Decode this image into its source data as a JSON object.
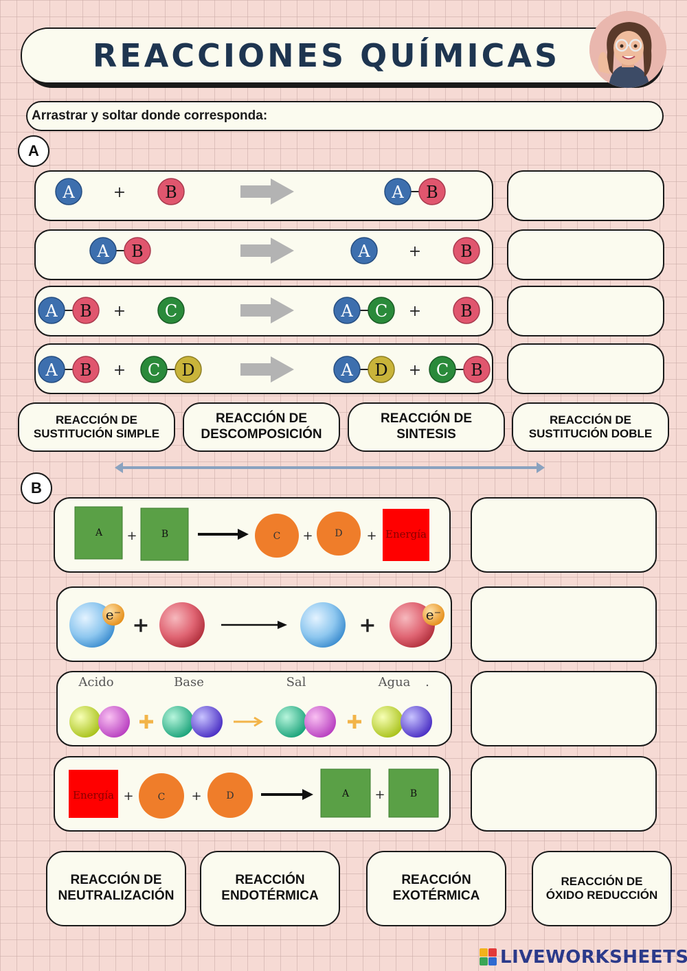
{
  "title": "REACCIONES QUÍMICAS",
  "instruction": "Arrastrar y soltar donde corresponda:",
  "section_a": {
    "badge": "A",
    "rows": [
      {
        "left": [
          "A",
          "+",
          "B"
        ],
        "right": [
          "A",
          "B"
        ]
      },
      {
        "left": [
          "A",
          "B"
        ],
        "right": [
          "A",
          "+",
          "B"
        ]
      },
      {
        "left": [
          "A",
          "B",
          "+",
          "C"
        ],
        "right": [
          "A",
          "C",
          "+",
          "B"
        ]
      },
      {
        "left": [
          "A",
          "B",
          "+",
          "C",
          "D"
        ],
        "right": [
          "A",
          "D",
          "+",
          "C",
          "B"
        ]
      }
    ],
    "labels": [
      {
        "line1": "REACCIÓN DE",
        "line2": "SUSTITUCIÓN SIMPLE"
      },
      {
        "line1": "REACCIÓN DE",
        "line2": "DESCOMPOSICIÓN"
      },
      {
        "line1": "REACCIÓN DE",
        "line2": "SINTESIS"
      },
      {
        "line1": "REACCIÓN DE",
        "line2": "SUSTITUCIÓN DOBLE"
      }
    ]
  },
  "section_b": {
    "badge": "B",
    "row1": {
      "a": "A",
      "plus": "+",
      "b": "B",
      "c": "C",
      "d": "D",
      "energy": "Energía"
    },
    "row2": {
      "electron": "e⁻",
      "plus": "+"
    },
    "row3": {
      "acid": "Acido",
      "base": "Base",
      "salt": "Sal",
      "water": "Agua",
      "dot": "."
    },
    "row4": {
      "energy": "Energía",
      "plus": "+",
      "c": "C",
      "d": "D",
      "a": "A",
      "b": "B"
    },
    "labels": [
      {
        "line1": "REACCIÓN DE",
        "line2": "NEUTRALIZACIÓN"
      },
      {
        "line1": "REACCIÓN",
        "line2": "ENDOTÉRMICA"
      },
      {
        "line1": "REACCIÓN",
        "line2": "EXOTÉRMICA"
      },
      {
        "line1": "REACCIÓN DE",
        "line2": "ÓXIDO REDUCCIÓN"
      }
    ]
  },
  "footer": {
    "brand": "LIVEWORKSHEETS"
  },
  "colors": {
    "atom_a": "#3d6fae",
    "atom_b": "#e0566e",
    "atom_c": "#2a8a3a",
    "atom_d": "#c9b43a",
    "arrow_gray": "#b3b3b3",
    "title": "#1e3550",
    "energy_red": "#ff0000",
    "block_green": "#5aa046",
    "sphere_orange": "#ef7d2a"
  }
}
